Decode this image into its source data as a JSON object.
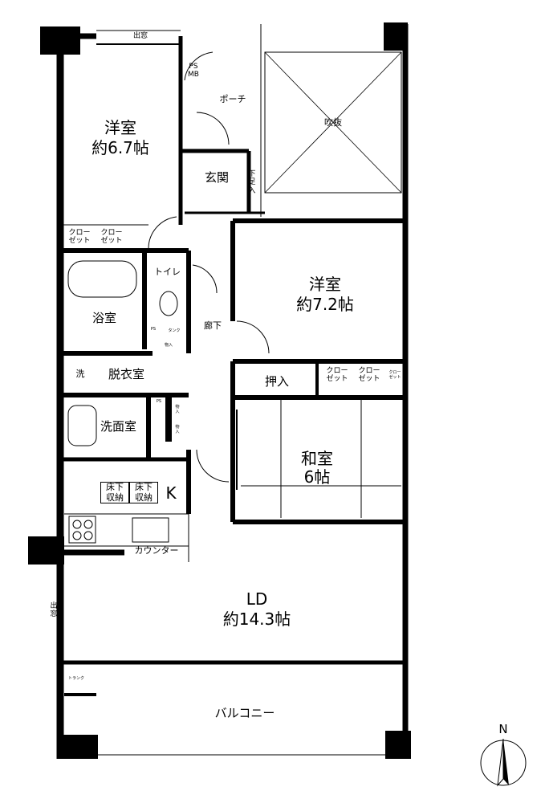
{
  "rooms": {
    "western_room_1": {
      "name": "洋室",
      "size": "約6.7帖"
    },
    "western_room_2": {
      "name": "洋室",
      "size": "約7.2帖"
    },
    "japanese_room": {
      "name": "和室",
      "size": "6帖"
    },
    "ld": {
      "name": "LD",
      "size": "約14.3帖"
    },
    "kitchen": "K",
    "entrance": "玄関",
    "porch": "ポーチ",
    "void": "吹抜",
    "bath": "浴室",
    "toilet": "トイレ",
    "dressing": "脱衣室",
    "washroom": "洗面室",
    "hallway": "廊下",
    "balcony": "バルコニー",
    "oshiire": "押入"
  },
  "labels": {
    "bay_window": "出窓",
    "ps_mb": "PS\nMB",
    "shoe_storage": "下足入",
    "closet": "クロー\nゼット",
    "ps": "PS",
    "tank": "タンク",
    "storage": "物入",
    "washer": "洗",
    "underfloor_storage": "床下\n収納",
    "counter": "カウンター",
    "trunk": "トランク"
  },
  "compass": {
    "label": "N"
  }
}
